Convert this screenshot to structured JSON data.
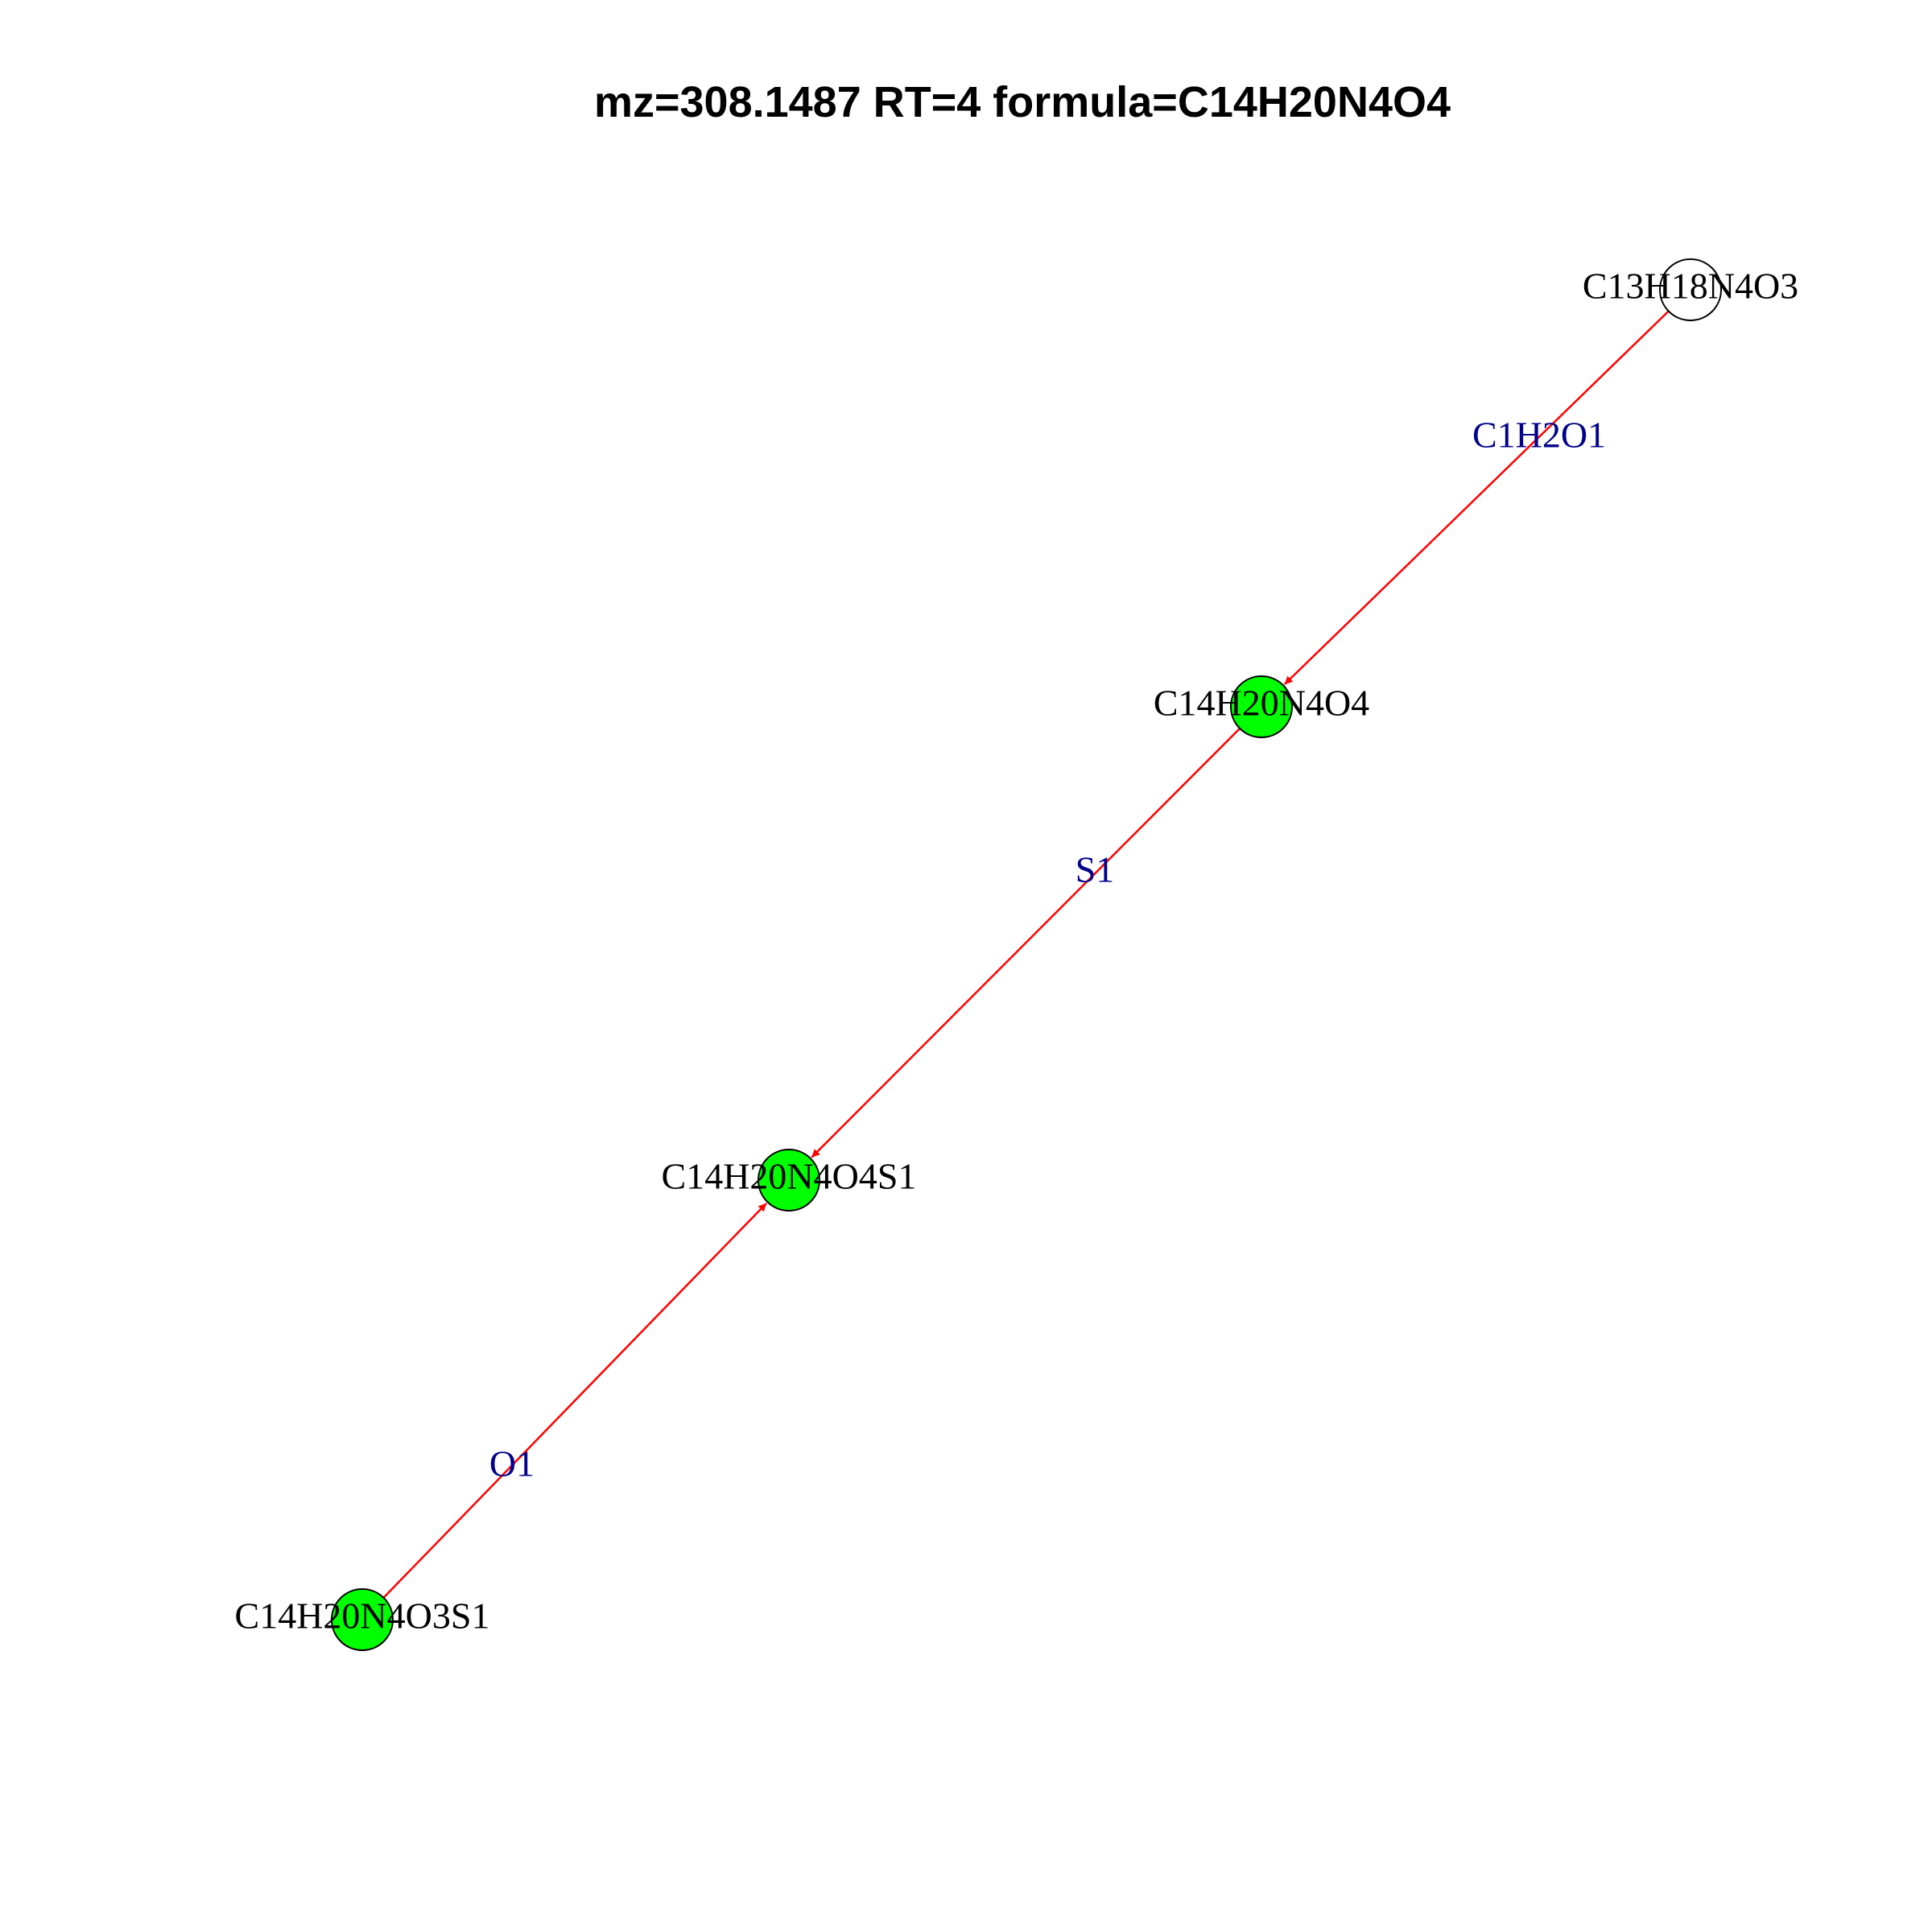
{
  "title": "mz=308.1487 RT=4 formula=C14H20N4O4",
  "colors": {
    "edge": "#ff0000",
    "edge_label": "#00008b",
    "node_highlight": "#00ff00",
    "node_plain": "#ffffff",
    "node_border": "#000000"
  },
  "nodes": [
    {
      "id": "n1",
      "label": "C13H18N4O3",
      "highlighted": false
    },
    {
      "id": "n2",
      "label": "C14H20N4O4",
      "highlighted": true
    },
    {
      "id": "n3",
      "label": "C14H20N4O4S1",
      "highlighted": true
    },
    {
      "id": "n4",
      "label": "C14H20N4O3S1",
      "highlighted": true
    }
  ],
  "edges": [
    {
      "from": "n1",
      "to": "n2",
      "label": "C1H2O1"
    },
    {
      "from": "n2",
      "to": "n3",
      "label": "S1"
    },
    {
      "from": "n4",
      "to": "n3",
      "label": "O1"
    }
  ]
}
